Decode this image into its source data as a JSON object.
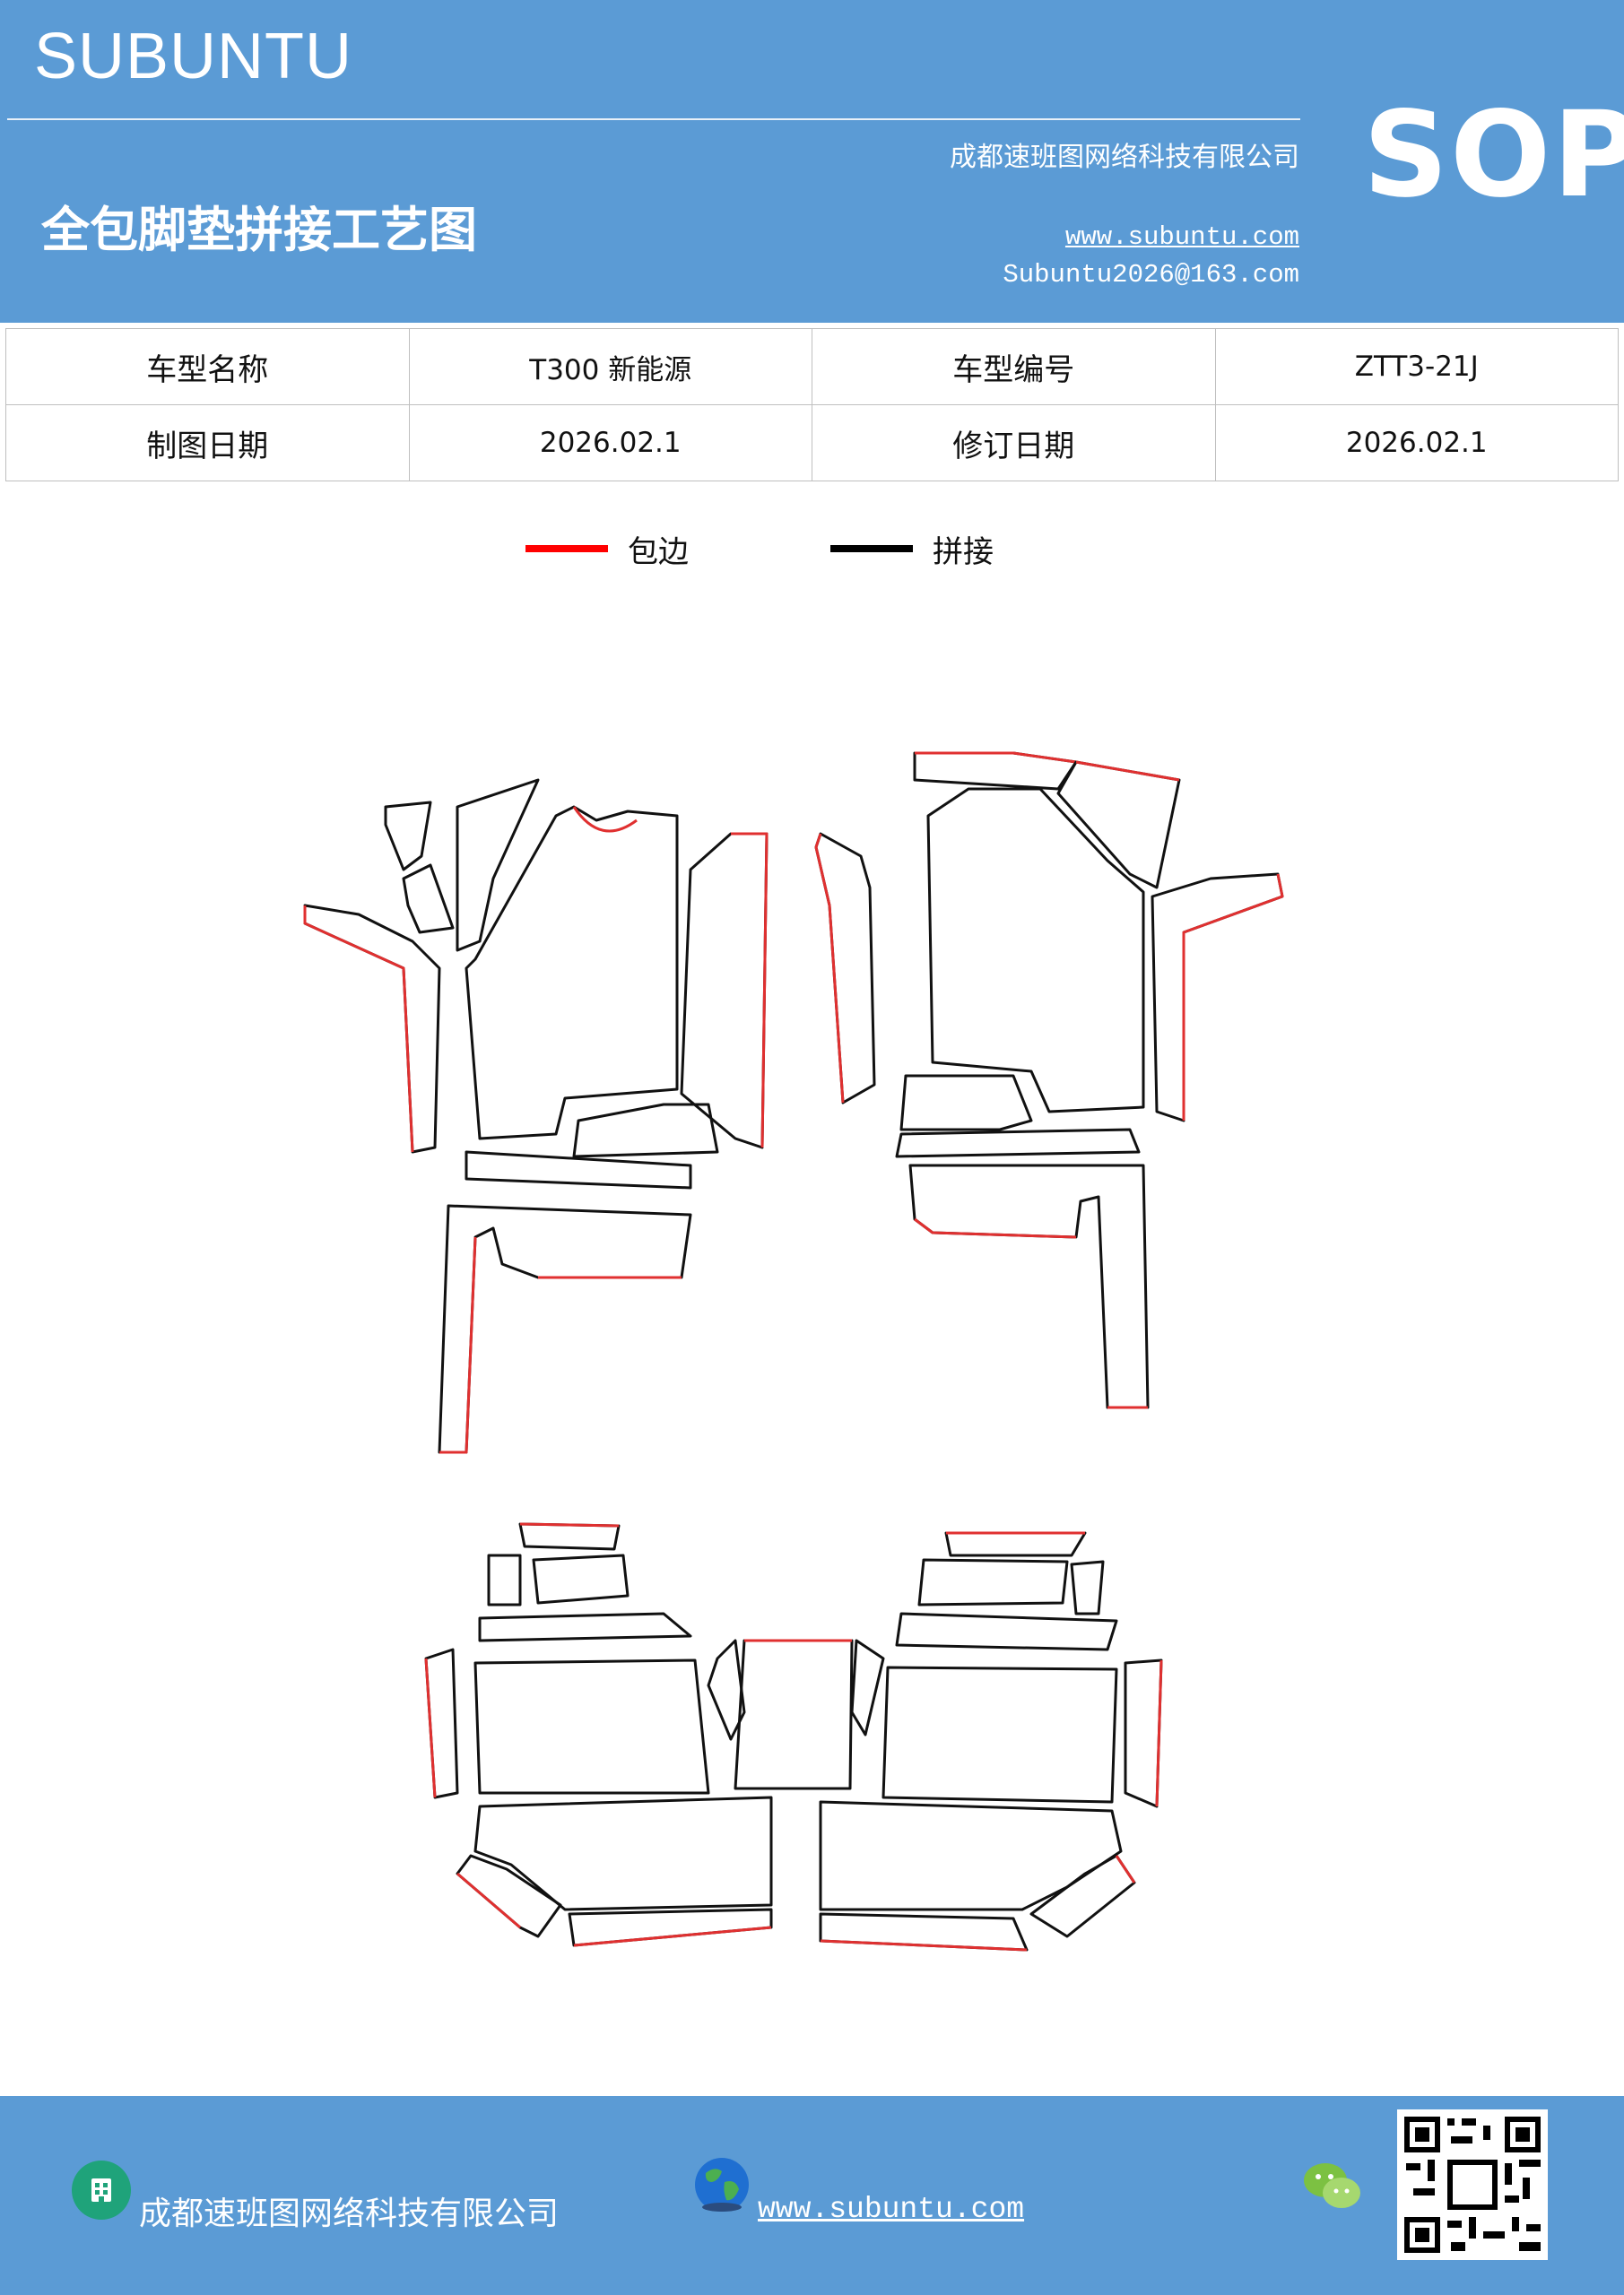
{
  "header": {
    "brand": "SUBUNTU",
    "company": "成都速班图网络科技有限公司",
    "title": "全包脚垫拼接工艺图",
    "website": "www.subuntu.com",
    "email": "Subuntu2026@163.com",
    "badge": "SOP",
    "background": "#5b9bd5"
  },
  "info_table": {
    "rows": [
      [
        "车型名称",
        "T300 新能源",
        "车型编号",
        "ZTT3-21J"
      ],
      [
        "制图日期",
        "2026.02.1",
        "修订日期",
        "2026.02.1"
      ]
    ]
  },
  "legend": [
    {
      "label": "包边",
      "color": "#ff0000"
    },
    {
      "label": "拼接",
      "color": "#000000"
    }
  ],
  "footer": {
    "company": "成都速班图网络科技有限公司",
    "website": "www.subuntu.com",
    "icons": [
      "building-icon",
      "globe-icon",
      "wechat-icon",
      "qr-code"
    ]
  }
}
